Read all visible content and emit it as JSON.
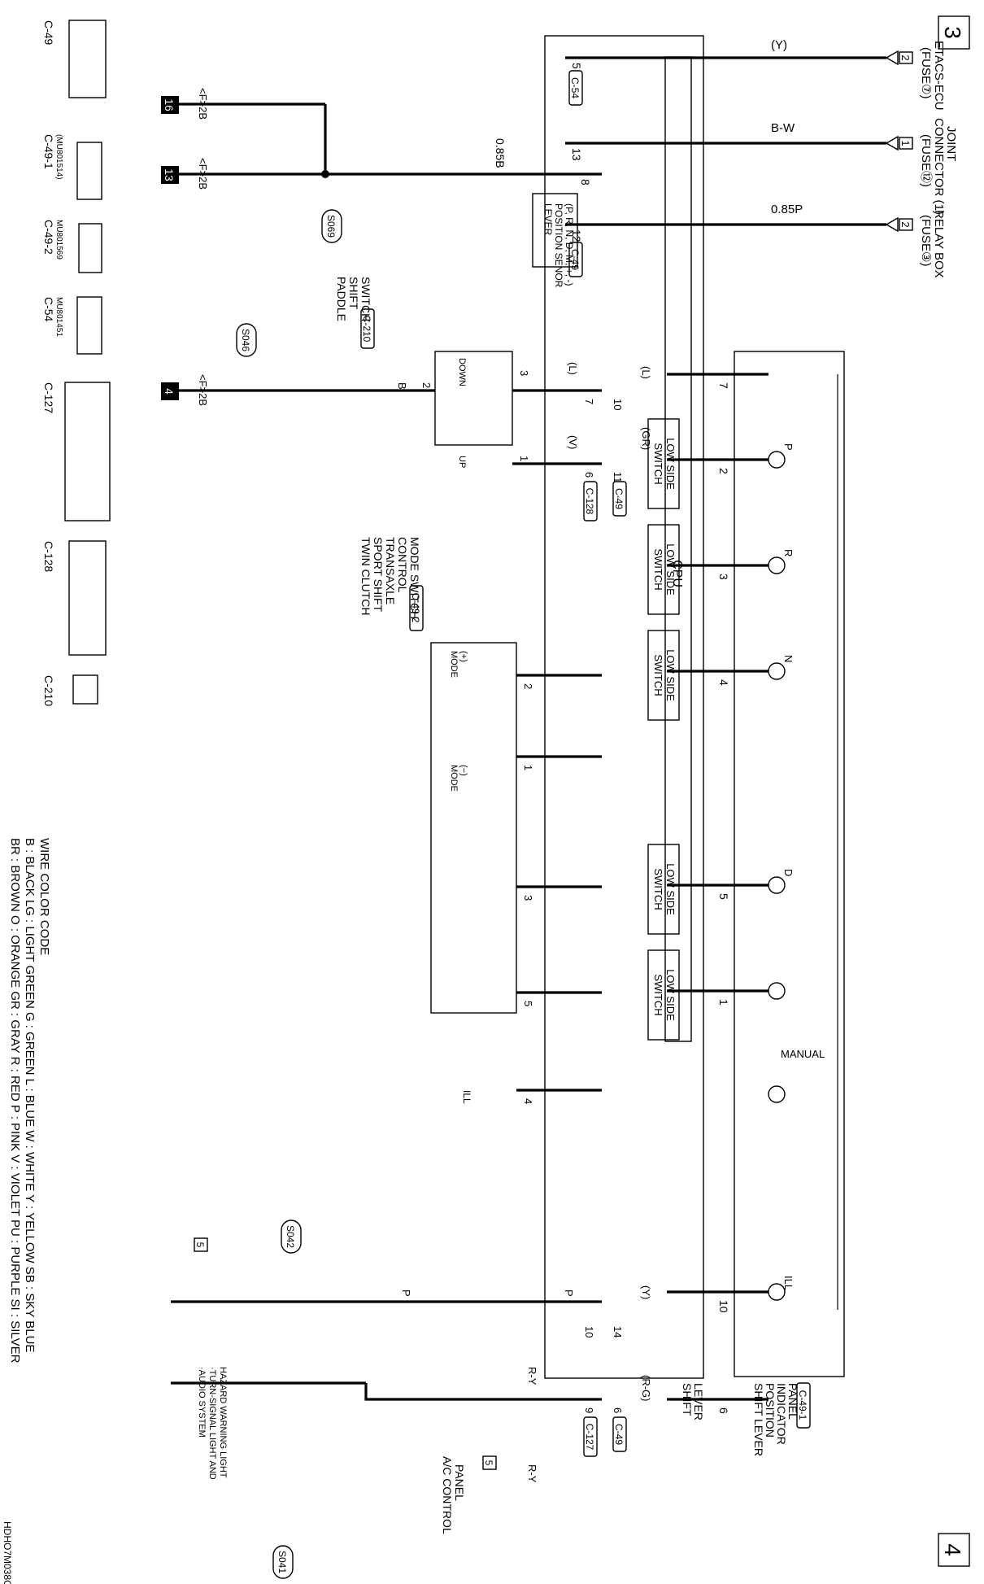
{
  "page": {
    "left_tag": "3",
    "right_tag": "4",
    "image_code": "HDHO7M038C"
  },
  "top_sources": [
    {
      "title": "ETACS-ECU",
      "sub": "(FUSE⑦)",
      "pin": "2"
    },
    {
      "title": "JOINT",
      "title2": "CONNECTOR (1)",
      "sub": "(FUSE⑫)",
      "pin": "1"
    },
    {
      "title": "RELAY BOX",
      "sub": "(FUSE③)",
      "pin": "2"
    }
  ],
  "top_wire_colors": {
    "etacs": "(Y)",
    "joint": "B-W",
    "relay": "0.85P"
  },
  "c54_pin": {
    "num": "5",
    "conn": "C-54"
  },
  "c49_top": {
    "pin13": "13",
    "pin12": "12",
    "conn": "C-49"
  },
  "unit": {
    "cpu": "CPU",
    "lever_sensor": [
      "LEVER",
      "POSITION SENOR",
      "(P, R, N, D, M, +, -)"
    ],
    "low_side_switch": [
      "LOW SIDE",
      "SWITCH"
    ],
    "shift_lever": [
      "SHIFT",
      "LEVER"
    ],
    "indicator_panel": [
      "SHIFT LEVER",
      "POSITION",
      "INDICATOR",
      "PANEL"
    ],
    "indicator_conn": "C-49-1"
  },
  "indicator_leds": [
    "P",
    "R",
    "N",
    "D",
    "MANUAL",
    "ILL"
  ],
  "indicator_pins": [
    "7",
    "2",
    "3",
    "4",
    "5",
    "1",
    "10",
    "6"
  ],
  "paddle": {
    "title": [
      "PADDLE",
      "SHIFT",
      "SWITCH"
    ],
    "conn": "C-210",
    "down": "DOWN",
    "up": "UP",
    "pins": [
      "3",
      "1",
      "2"
    ],
    "wire_l": "(L)",
    "wire_v": "(V)",
    "wire_b": "B",
    "c49_pin10": "10",
    "c49_pin11": "11",
    "c49_conn": "C-49",
    "c128_pin7": "7",
    "c128_pin6": "6",
    "c128_conn": "C-128",
    "upper_l": "(L)",
    "upper_gr": "(GR)"
  },
  "mode_switch": {
    "title": [
      "TWIN CLUTCH",
      "SPORT SHIFT",
      "TRANSAXLE",
      "CONTROL",
      "MODE SWITCH"
    ],
    "conn": "C-49-2",
    "plus": [
      "MODE",
      "(+)"
    ],
    "minus": [
      "MODE",
      "(−)"
    ],
    "ill": "ILL",
    "pins": [
      "2",
      "1",
      "3",
      "5",
      "4"
    ]
  },
  "grounds": [
    {
      "id": "16",
      "label": "<F>2B"
    },
    {
      "id": "13",
      "label": "<F>2B"
    },
    {
      "id": "4",
      "label": "<F>2B"
    }
  ],
  "splices": [
    "S069",
    "S046",
    "S042",
    "S041"
  ],
  "ground_wire": "0.85B",
  "ground_pin": "8",
  "bottom": {
    "c49_pin14": "14",
    "wire_y": "(Y)",
    "c127_pin10": "10",
    "wire_p1": "P",
    "wire_p2": "P",
    "p_pin": "5",
    "c49_pin6": "6",
    "c49_conn": "C-49",
    "wire_rg": "(R-G)",
    "c127_pin9": "9",
    "c127_conn": "C-127",
    "wire_ry1": "R-Y",
    "wire_ry2": "R-Y",
    "ac_panel": [
      "A/C CONTROL",
      "PANEL"
    ],
    "ac_pin": "5",
    "notes": [
      "·AUDIO SYSTEM",
      "·TURN-SIGNAL LIGHT AND",
      " HAZARD WARNING LIGHT"
    ]
  },
  "connectors": [
    {
      "name": "C-49",
      "part": ""
    },
    {
      "name": "C-49-1",
      "part": "(MU801514)"
    },
    {
      "name": "C-49-2",
      "part": "MU801569"
    },
    {
      "name": "C-54",
      "part": "MU801451"
    },
    {
      "name": "C-127",
      "part": ""
    },
    {
      "name": "C-128",
      "part": ""
    },
    {
      "name": "C-210",
      "part": ""
    }
  ],
  "legend": {
    "title": "WIRE COLOR CODE",
    "line1": "B : BLACK    LG : LIGHT GREEN    G : GREEN    L : BLUE    W : WHITE    Y : YELLOW    SB : SKY BLUE",
    "line2": "BR : BROWN    O : ORANGE    GR : GRAY    R : RED    P : PINK    V : VIOLET    PU : PURPLE    SI : SILVER"
  }
}
